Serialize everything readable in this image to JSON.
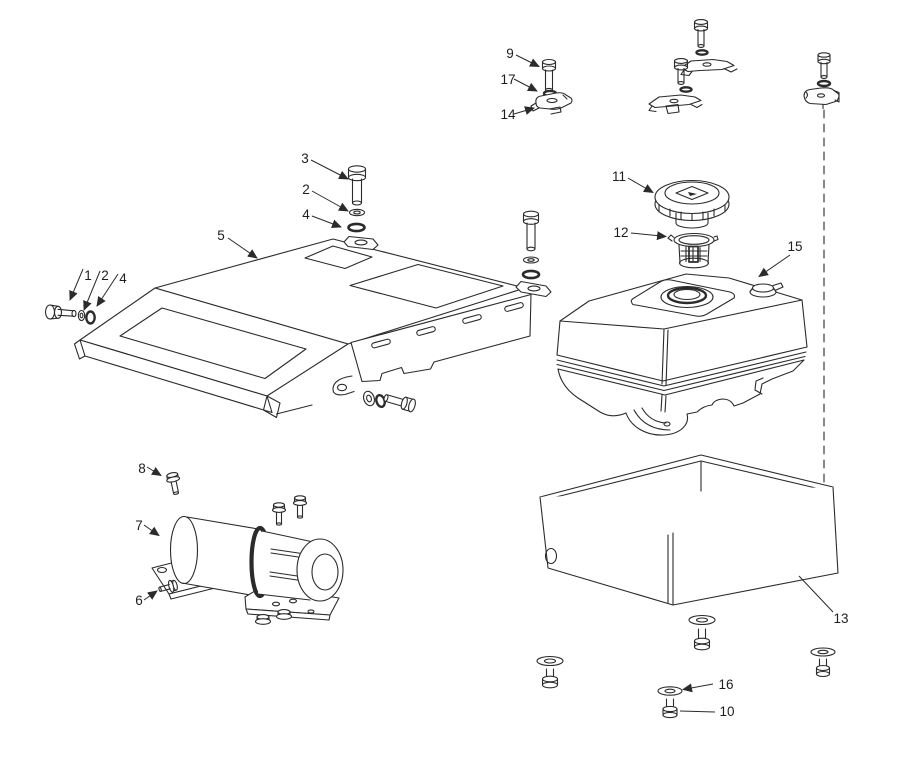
{
  "figure": {
    "type": "exploded-parts-diagram",
    "background_color": "#ffffff",
    "line_color": "#2b2b2b",
    "callouts": {
      "c9": "9",
      "c17": "17",
      "c14": "14",
      "c3": "3",
      "c2a": "2",
      "c4a": "4",
      "c5": "5",
      "c1": "1",
      "c2b": "2",
      "c4b": "4",
      "c11": "11",
      "c12": "12",
      "c15": "15",
      "c8": "8",
      "c7": "7",
      "c6": "6",
      "c13": "13",
      "c16": "16",
      "c10": "10"
    }
  }
}
